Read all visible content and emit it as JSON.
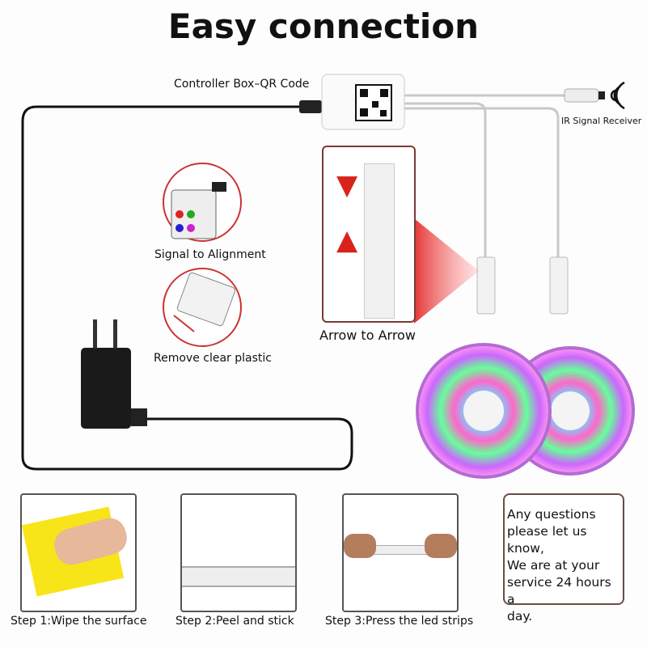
{
  "title": "Easy connection",
  "labels": {
    "controller": "Controller Box–QR Code",
    "ir_receiver": "IR Signal Receiver",
    "signal_alignment": "Signal to Alignment",
    "remove_plastic": "Remove clear plastic",
    "arrow_to_arrow": "Arrow to Arrow"
  },
  "steps": [
    {
      "label": "Step 1:Wipe the surface"
    },
    {
      "label": "Step 2:Peel and stick"
    },
    {
      "label": "Step 3:Press the led strips"
    }
  ],
  "support_note": {
    "lines": [
      "Any questions",
      "please let us know,",
      "We are at your",
      "service 24 hours a",
      "day."
    ]
  },
  "colors": {
    "accent_red": "#d9221c",
    "cable_black": "#111111",
    "cable_grey": "#c9c9c9",
    "box_border": "#6a4b45"
  }
}
